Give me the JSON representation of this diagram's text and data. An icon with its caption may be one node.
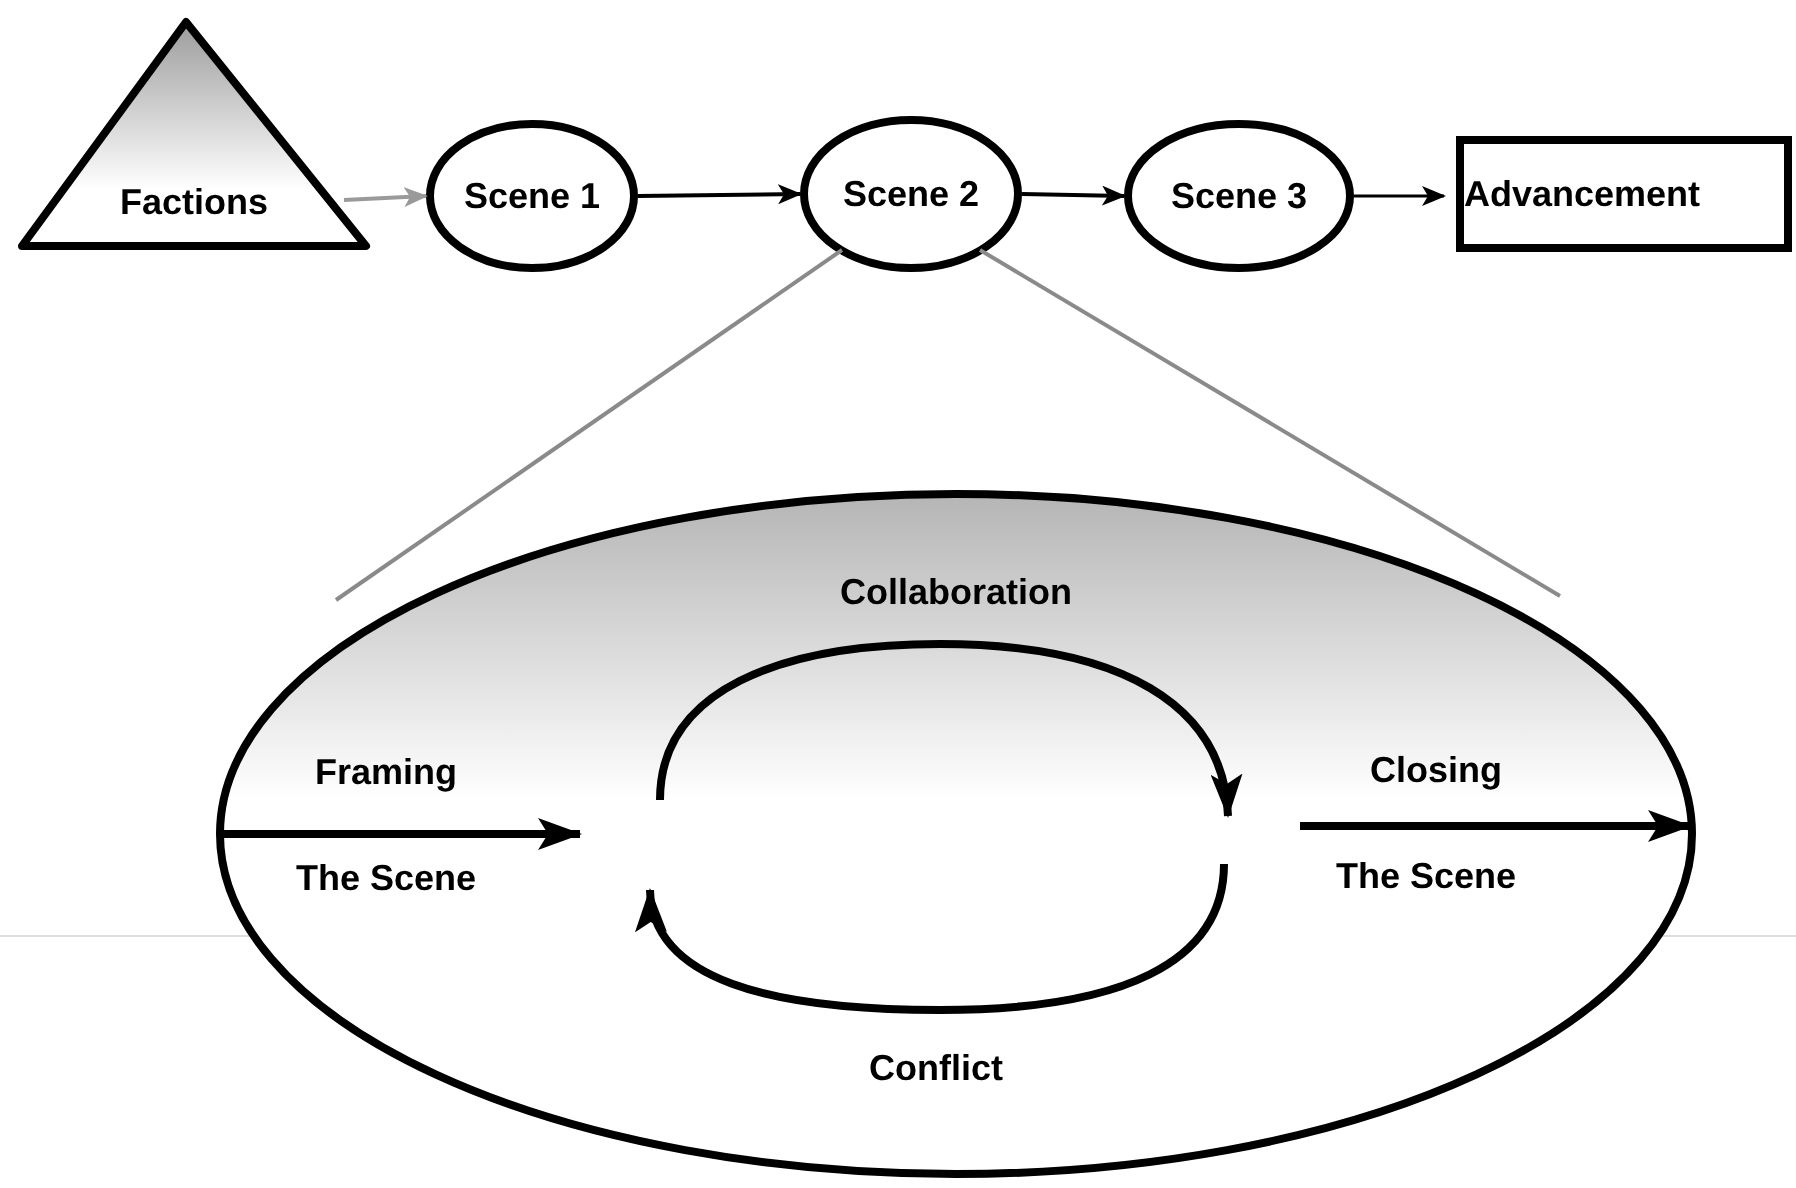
{
  "diagram": {
    "nodes": [
      {
        "text": [
          "Factions"
        ]
      },
      {
        "text": [
          "Scene 1"
        ]
      },
      {
        "text": [
          "Scene 2"
        ]
      },
      {
        "text": [
          "Scene 3"
        ]
      },
      {
        "text": [
          "Advancement"
        ]
      },
      {
        "text": [
          "Collaboration",
          "Framing",
          "The Scene",
          "Closing",
          "The Scene",
          "Conflict"
        ]
      }
    ],
    "edges": [
      {
        "from": 0,
        "to": 1,
        "arrow": "to",
        "color": "#9a9a9a"
      },
      {
        "from": 1,
        "to": 2,
        "arrow": "to"
      },
      {
        "from": 2,
        "to": 3,
        "arrow": "to"
      },
      {
        "from": 3,
        "to": 4,
        "arrow": "to"
      },
      {
        "from": 2,
        "to": 5,
        "arrow": "none",
        "color": "#8a8a8a"
      },
      {
        "from": 2,
        "to": 5,
        "arrow": "none",
        "color": "#8a8a8a"
      }
    ]
  }
}
